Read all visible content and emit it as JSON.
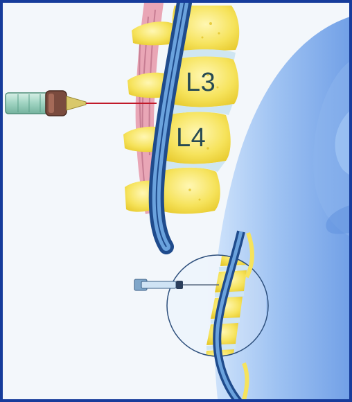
{
  "labels": {
    "upper_vertebra": "L3",
    "lower_vertebra": "L4"
  },
  "colors": {
    "border": "#163c9b",
    "background": "#f3f7fb",
    "skin_blue": "#9ec2f2",
    "bone_yellow": "#f6e35c",
    "disc_blue": "#cfe6f2",
    "nerve_pink": "#e9a6b6",
    "dura_dark_blue": "#1f4b8c",
    "syringe_mint": "#9fd3c1",
    "syringe_hub": "#7a4b3e",
    "needle_red": "#c11a2a"
  },
  "icons": {
    "large_syringe": "syringe-icon",
    "small_syringe": "syringe-icon",
    "magnifier_circle": "circle-inset"
  }
}
